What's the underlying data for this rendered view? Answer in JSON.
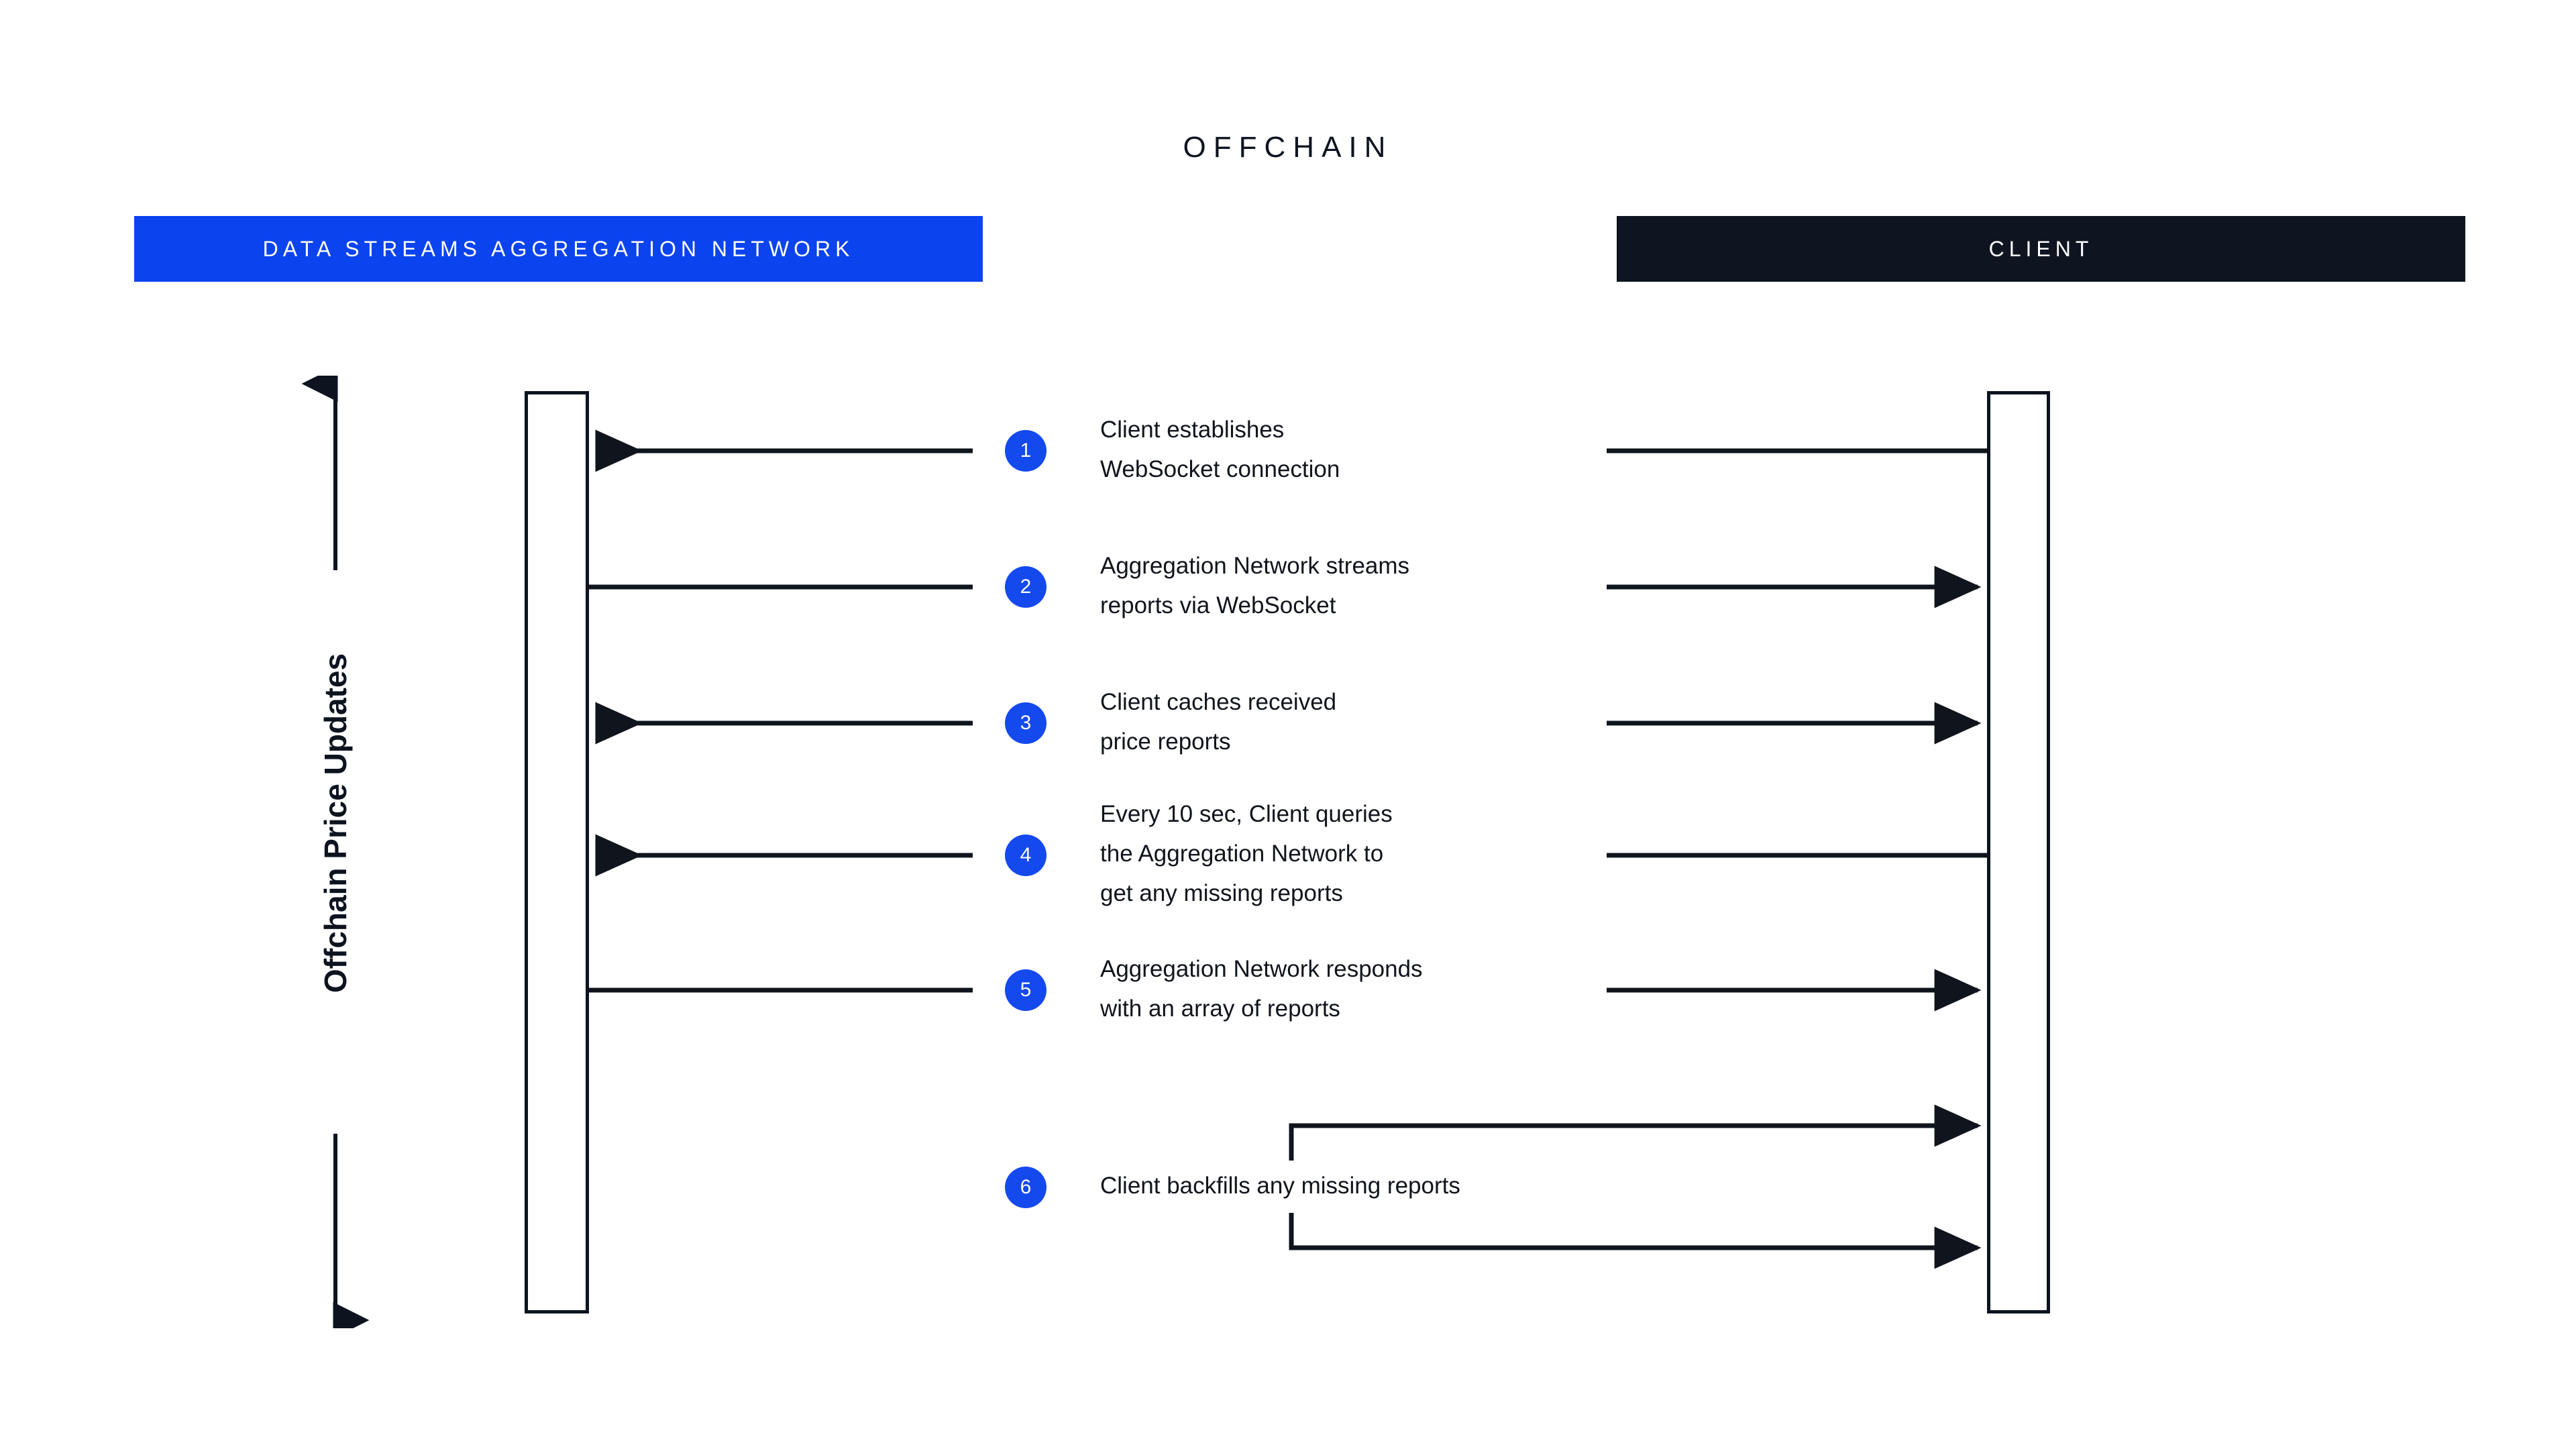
{
  "diagram": {
    "section_title": "OFFCHAIN",
    "phase_label": "Offchain Price Updates",
    "accent_blue": "#0B43EF",
    "badge_blue": "#1449EE",
    "ink": "#0D1420"
  },
  "actors": {
    "left": {
      "name": "DATA STREAMS AGGREGATION NETWORK"
    },
    "right": {
      "name": "CLIENT"
    }
  },
  "steps": [
    {
      "number": "1",
      "lines": [
        "Client establishes",
        "WebSocket connection"
      ],
      "direction": "right-to-left",
      "left_arrowhead": true,
      "right_arrowhead": false
    },
    {
      "number": "2",
      "lines": [
        "Aggregation Network streams",
        "reports via WebSocket"
      ],
      "direction": "left-to-right",
      "left_arrowhead": false,
      "right_arrowhead": true
    },
    {
      "number": "3",
      "lines": [
        "Client caches received",
        "price reports"
      ],
      "direction": "bidirectional",
      "left_arrowhead": true,
      "right_arrowhead": true
    },
    {
      "number": "4",
      "lines": [
        "Every 10 sec, Client queries",
        "the Aggregation Network to",
        "get any missing reports"
      ],
      "direction": "right-to-left",
      "left_arrowhead": true,
      "right_arrowhead": false
    },
    {
      "number": "5",
      "lines": [
        "Aggregation Network responds",
        "with an array of reports"
      ],
      "direction": "left-to-right",
      "left_arrowhead": false,
      "right_arrowhead": true
    },
    {
      "number": "6",
      "lines": [
        "Client backfills any missing reports"
      ],
      "direction": "self-loop",
      "left_arrowhead": false,
      "right_arrowhead": true
    }
  ]
}
